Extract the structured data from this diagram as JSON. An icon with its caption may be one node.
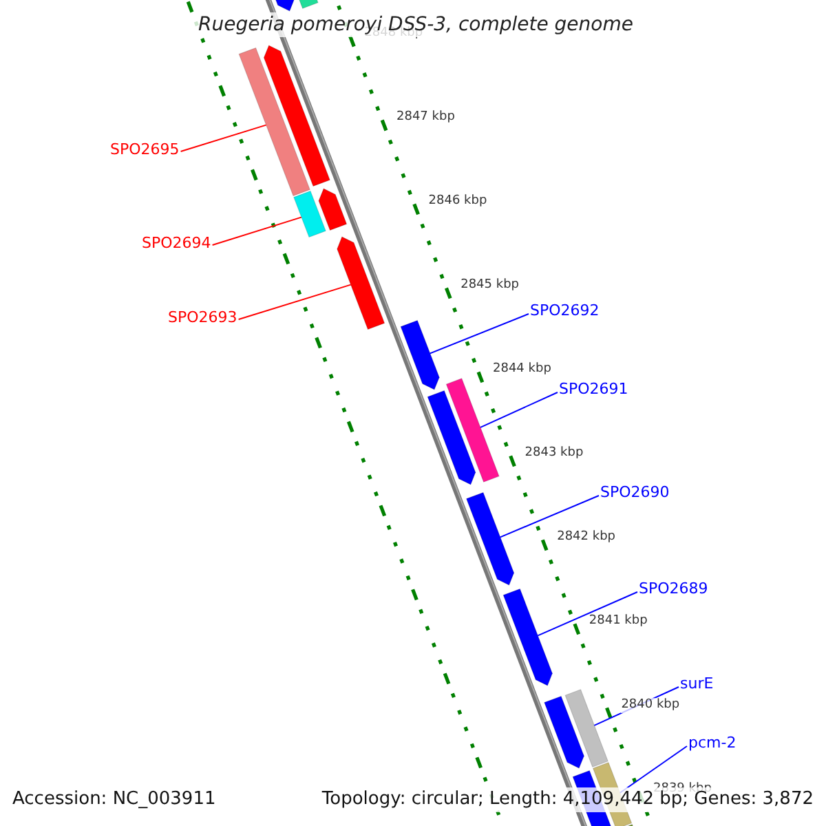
{
  "diagram": {
    "title": "Ruegeria pomeroyi DSS-3, complete genome",
    "nodes": [
      {
        "text": [],
        "shape": "arrow"
      },
      {
        "text": [],
        "shape": "bar"
      },
      {
        "text": [],
        "shape": "arrow"
      },
      {
        "text": [],
        "shape": "bar"
      },
      {
        "text": [
          "SPO2695"
        ]
      },
      {
        "text": [],
        "shape": "arrow"
      },
      {
        "text": [],
        "shape": "bar"
      },
      {
        "text": [
          "SPO2694"
        ]
      },
      {
        "text": [],
        "shape": "arrow"
      },
      {
        "text": [
          "SPO2693"
        ]
      },
      {
        "text": [],
        "shape": "arrow"
      },
      {
        "text": [
          "SPO2692"
        ]
      },
      {
        "text": [],
        "shape": "bar"
      },
      {
        "text": [],
        "shape": "arrow"
      },
      {
        "text": [
          "SPO2691"
        ]
      },
      {
        "text": [],
        "shape": "arrow"
      },
      {
        "text": [
          "SPO2690"
        ]
      },
      {
        "text": [],
        "shape": "arrow"
      },
      {
        "text": [
          "SPO2689"
        ]
      },
      {
        "text": [],
        "shape": "bar"
      },
      {
        "text": [],
        "shape": "arrow"
      },
      {
        "text": [
          "surE"
        ]
      },
      {
        "text": [],
        "shape": "bar"
      },
      {
        "text": [],
        "shape": "arrow"
      },
      {
        "text": [
          "pcm-2"
        ]
      },
      {
        "text": [],
        "shape": "bar"
      }
    ],
    "edges": [
      {
        "from": 4,
        "to": 3,
        "arrow": "none",
        "color": "#ff0000"
      },
      {
        "from": 7,
        "to": 6,
        "arrow": "none",
        "color": "#ff0000"
      },
      {
        "from": 9,
        "to": 8,
        "arrow": "none",
        "color": "#ff0000"
      },
      {
        "from": 11,
        "to": 10,
        "arrow": "none"
      },
      {
        "from": 14,
        "to": 12,
        "arrow": "none"
      },
      {
        "from": 16,
        "to": 15,
        "arrow": "none"
      },
      {
        "from": 18,
        "to": 17,
        "arrow": "none"
      },
      {
        "from": 21,
        "to": 19,
        "arrow": "none"
      },
      {
        "from": 24,
        "to": 22,
        "arrow": "none"
      }
    ],
    "labels": [
      "2848 kbp",
      "2847 kbp",
      "2846 kbp",
      "2845 kbp",
      "2844 kbp",
      "2843 kbp",
      "2842 kbp",
      "2841 kbp",
      "2840 kbp",
      "2839 kbp",
      "Accession: NC_003911",
      "Topology: circular; Length: 4,109,442 bp; Genes: 3,872"
    ]
  }
}
